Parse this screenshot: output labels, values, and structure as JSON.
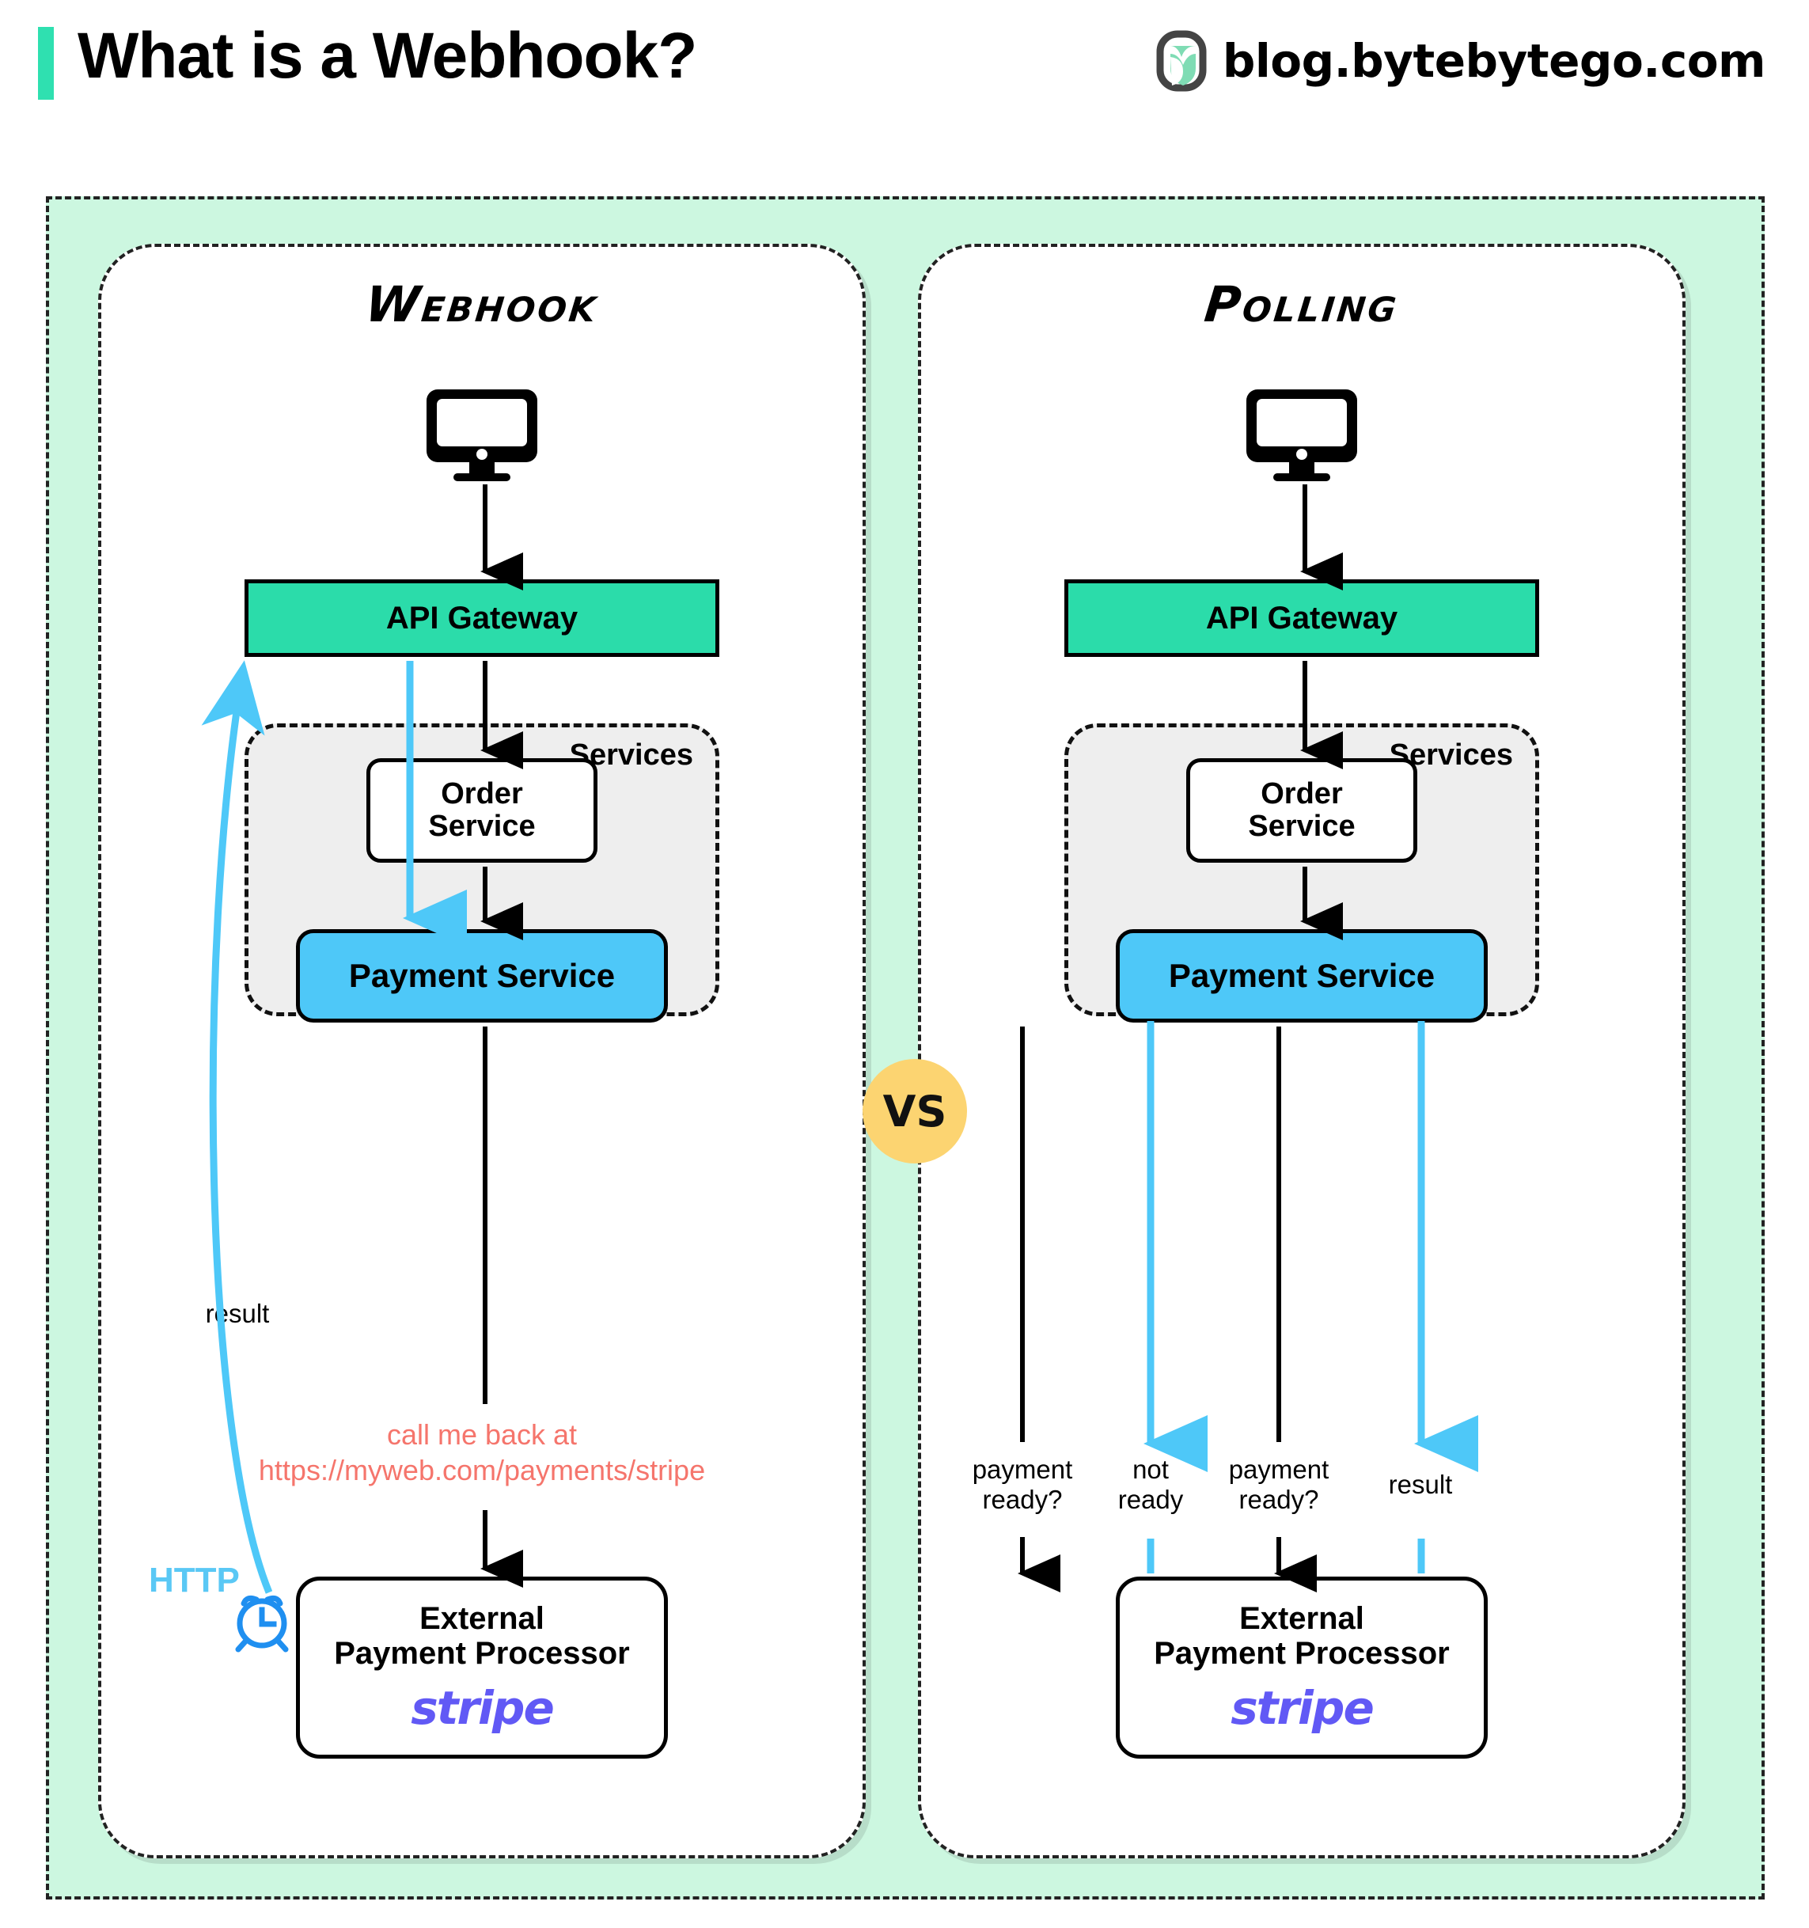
{
  "header": {
    "title": "What is a Webhook?",
    "accent_color": "#2fe0b0",
    "brand_text": "blog.bytebytego.com",
    "brand_logo_icon": "bytebytego-logo-icon"
  },
  "colors": {
    "background_mint": "#ccf7e0",
    "api_gateway": "#2bdcaa",
    "payment_service": "#4ec8f8",
    "services_panel": "#eeeeee",
    "vs_badge": "#fcd471",
    "callback_text": "#f5756c",
    "http_blue": "#5ac8f5",
    "arrow_blue": "#4ec8f8",
    "stripe_purple": "#6159f5"
  },
  "comparison": {
    "vs_label": "VS"
  },
  "webhook": {
    "title": "Webhook",
    "client_icon": "monitor-icon",
    "api_gateway": "API Gateway",
    "services_label": "Services",
    "order_service_line1": "Order",
    "order_service_line2": "Service",
    "payment_service": "Payment Service",
    "callback_line1": "call me back at",
    "callback_line2": "https://myweb.com/payments/stripe",
    "processor_line1": "External",
    "processor_line2": "Payment Processor",
    "processor_brand": "stripe",
    "result_label": "result",
    "http_label": "HTTP",
    "clock_icon": "alarm-clock-icon"
  },
  "polling": {
    "title": "Polling",
    "client_icon": "monitor-icon",
    "api_gateway": "API Gateway",
    "services_label": "Services",
    "order_service_line1": "Order",
    "order_service_line2": "Service",
    "payment_service": "Payment Service",
    "processor_line1": "External",
    "processor_line2": "Payment Processor",
    "processor_brand": "stripe",
    "arrow_labels": [
      {
        "line1": "payment",
        "line2": "ready?",
        "direction": "down",
        "color": "#000000"
      },
      {
        "line1": "not",
        "line2": "ready",
        "direction": "up",
        "color": "#4ec8f8"
      },
      {
        "line1": "payment",
        "line2": "ready?",
        "direction": "down",
        "color": "#000000"
      },
      {
        "line1": "result",
        "line2": "",
        "direction": "up",
        "color": "#4ec8f8"
      }
    ]
  }
}
